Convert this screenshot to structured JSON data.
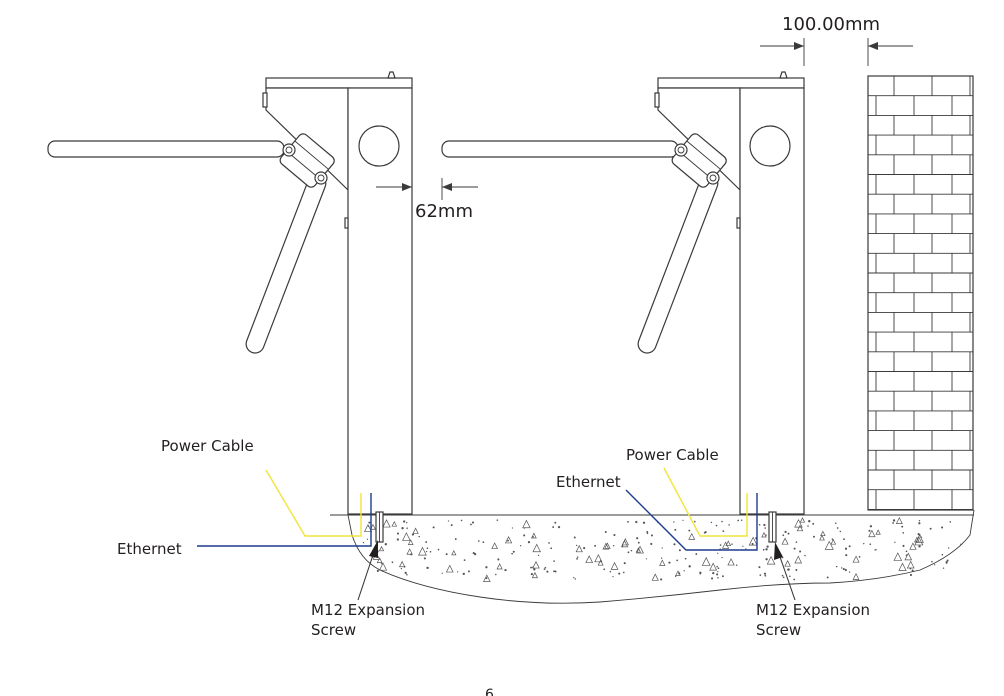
{
  "dimensions": {
    "wall_gap": "100.00mm",
    "lane_gap": "62mm"
  },
  "labels": {
    "left_power": "Power Cable",
    "left_ethernet": "Ethernet",
    "left_screw_line1": "M12 Expansion",
    "left_screw_line2": "Screw",
    "right_power": "Power Cable",
    "right_ethernet": "Ethernet",
    "right_screw_line1": "M12 Expansion",
    "right_screw_line2": "Screw"
  },
  "page_number": "6",
  "colors": {
    "power_cable": "#f2e43a",
    "ethernet_cable": "#1d3c8c",
    "line": "#3a3a3a"
  }
}
